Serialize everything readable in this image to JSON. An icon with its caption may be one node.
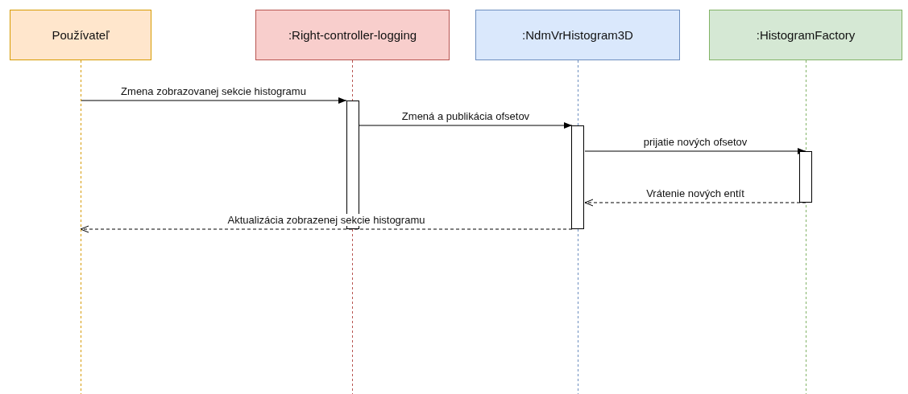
{
  "diagram": {
    "nodes": [
      {
        "text": [
          "Používateľ"
        ]
      },
      {
        "text": [
          ":Right-controller-logging"
        ]
      },
      {
        "text": [
          ":NdmVrHistogram3D"
        ]
      },
      {
        "text": [
          ":HistogramFactory"
        ]
      },
      {
        "text": [],
        "shape": "bar",
        "in": 1
      },
      {
        "text": [],
        "shape": "bar",
        "in": 2
      },
      {
        "text": [],
        "shape": "bar",
        "in": 3
      }
    ],
    "edges": [
      {
        "from": 0,
        "to": 4,
        "arrow": "to",
        "label": "Zmena zobrazovanej sekcie histogramu"
      },
      {
        "from": 4,
        "to": 5,
        "arrow": "to",
        "label": "Zmená a publikácia ofsetov"
      },
      {
        "from": 5,
        "to": 6,
        "arrow": "to",
        "label": "prijatie nových ofsetov"
      },
      {
        "from": 6,
        "to": 5,
        "arrow": "to",
        "label": "Vrátenie nových entít",
        "style": "dashed"
      },
      {
        "from": 5,
        "to": 0,
        "arrow": "to",
        "label": "Aktualizácia zobrazenej sekcie histogramu",
        "style": "dashed"
      }
    ]
  }
}
